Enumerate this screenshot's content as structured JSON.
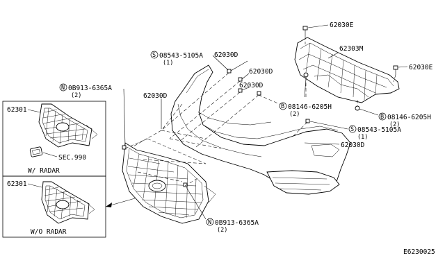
{
  "diagram_code": "E6230025",
  "callouts": {
    "p62030E_top": "62030E",
    "p62303M": "62303M",
    "p62030E_right": "62030E",
    "s08543_top": "08543-5105A",
    "s08543_top_qty": "(1)",
    "s08543_top_marker": "S",
    "p62030D_a": "62030D",
    "p62030D_b": "62030D",
    "p62030D_c": "62030D",
    "n08913_top": "0B913-6365A",
    "n08913_top_qty": "(2)",
    "n08913_top_marker": "N",
    "p62030D_left": "62030D",
    "b08146_left": "08146-6205H",
    "b08146_left_qty": "(2)",
    "b08146_left_marker": "B",
    "b08146_right": "08146-6205H",
    "b08146_right_qty": "(2)",
    "b08146_right_marker": "B",
    "s08543_right": "08543-5105A",
    "s08543_right_qty": "(1)",
    "s08543_right_marker": "S",
    "p62030D_right": "62030D",
    "n08913_bottom": "0B913-6365A",
    "n08913_bottom_qty": "(2)",
    "n08913_bottom_marker": "N"
  },
  "insets": {
    "radar": {
      "part": "62301",
      "sec": "SEC.990",
      "caption": "W/ RADAR"
    },
    "no_radar": {
      "part": "62301",
      "caption": "W/O RADAR"
    }
  }
}
